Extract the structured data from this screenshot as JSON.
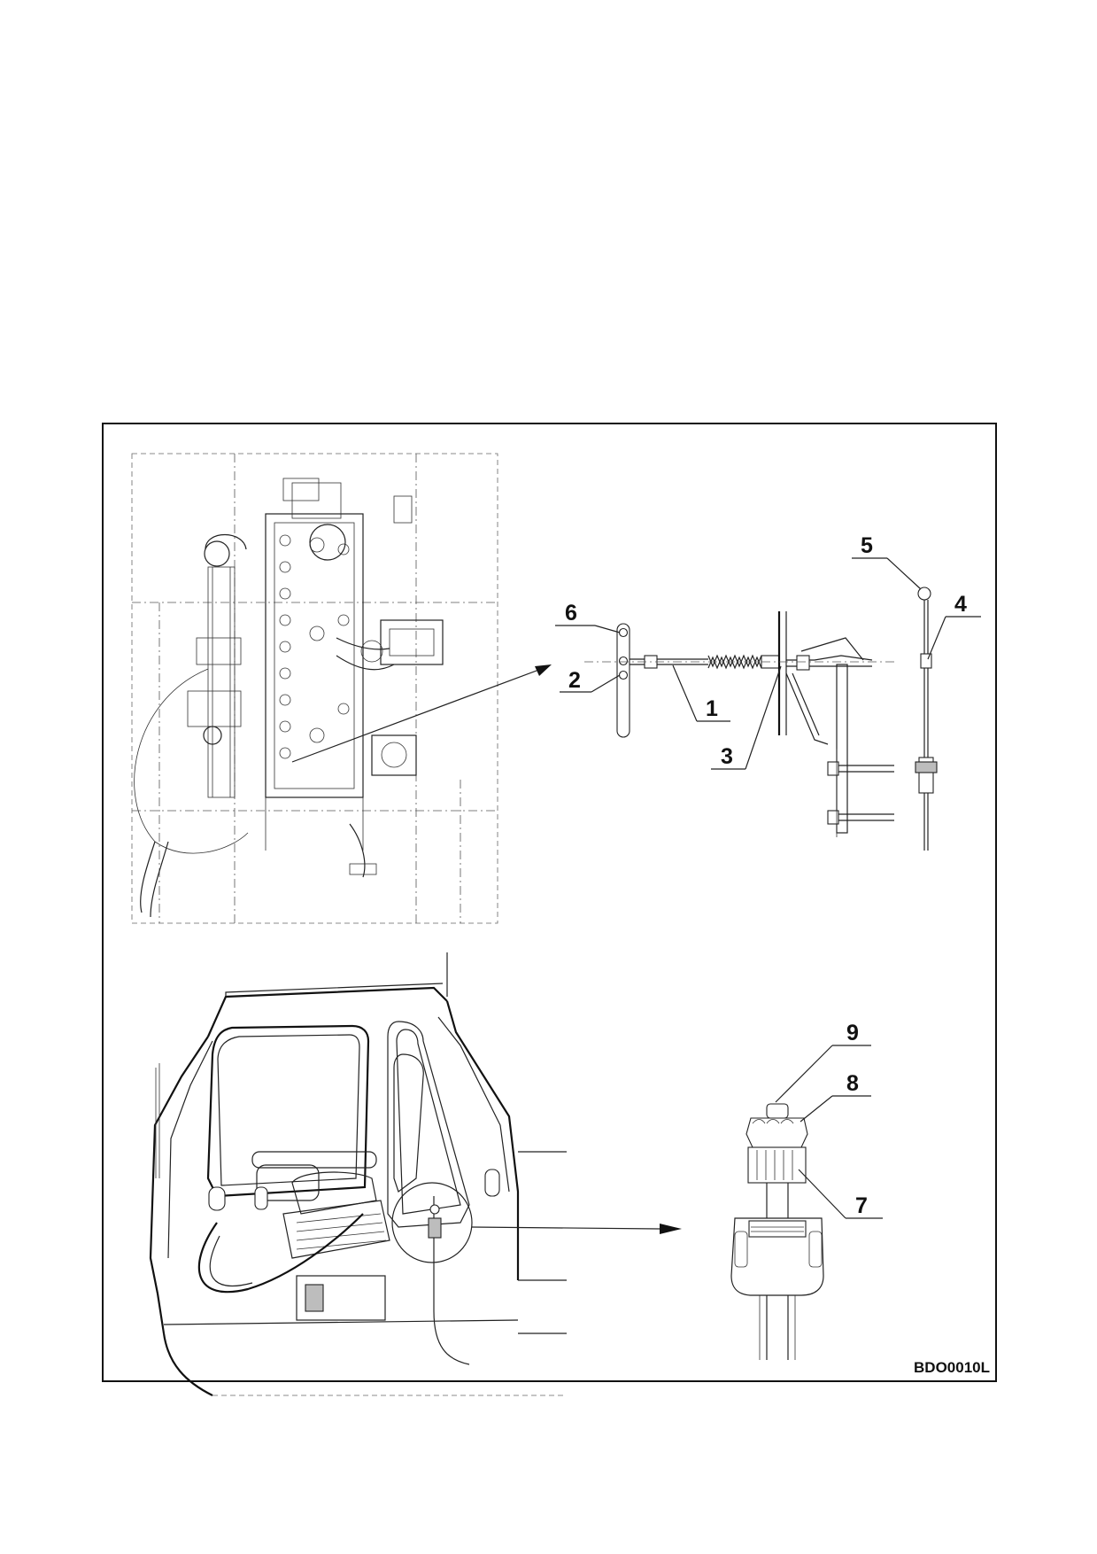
{
  "figure": {
    "id": "BDO0010L",
    "callouts": [
      {
        "label": "1"
      },
      {
        "label": "2"
      },
      {
        "label": "3"
      },
      {
        "label": "4"
      },
      {
        "label": "5"
      },
      {
        "label": "6"
      },
      {
        "label": "7"
      },
      {
        "label": "8"
      },
      {
        "label": "9"
      }
    ]
  }
}
